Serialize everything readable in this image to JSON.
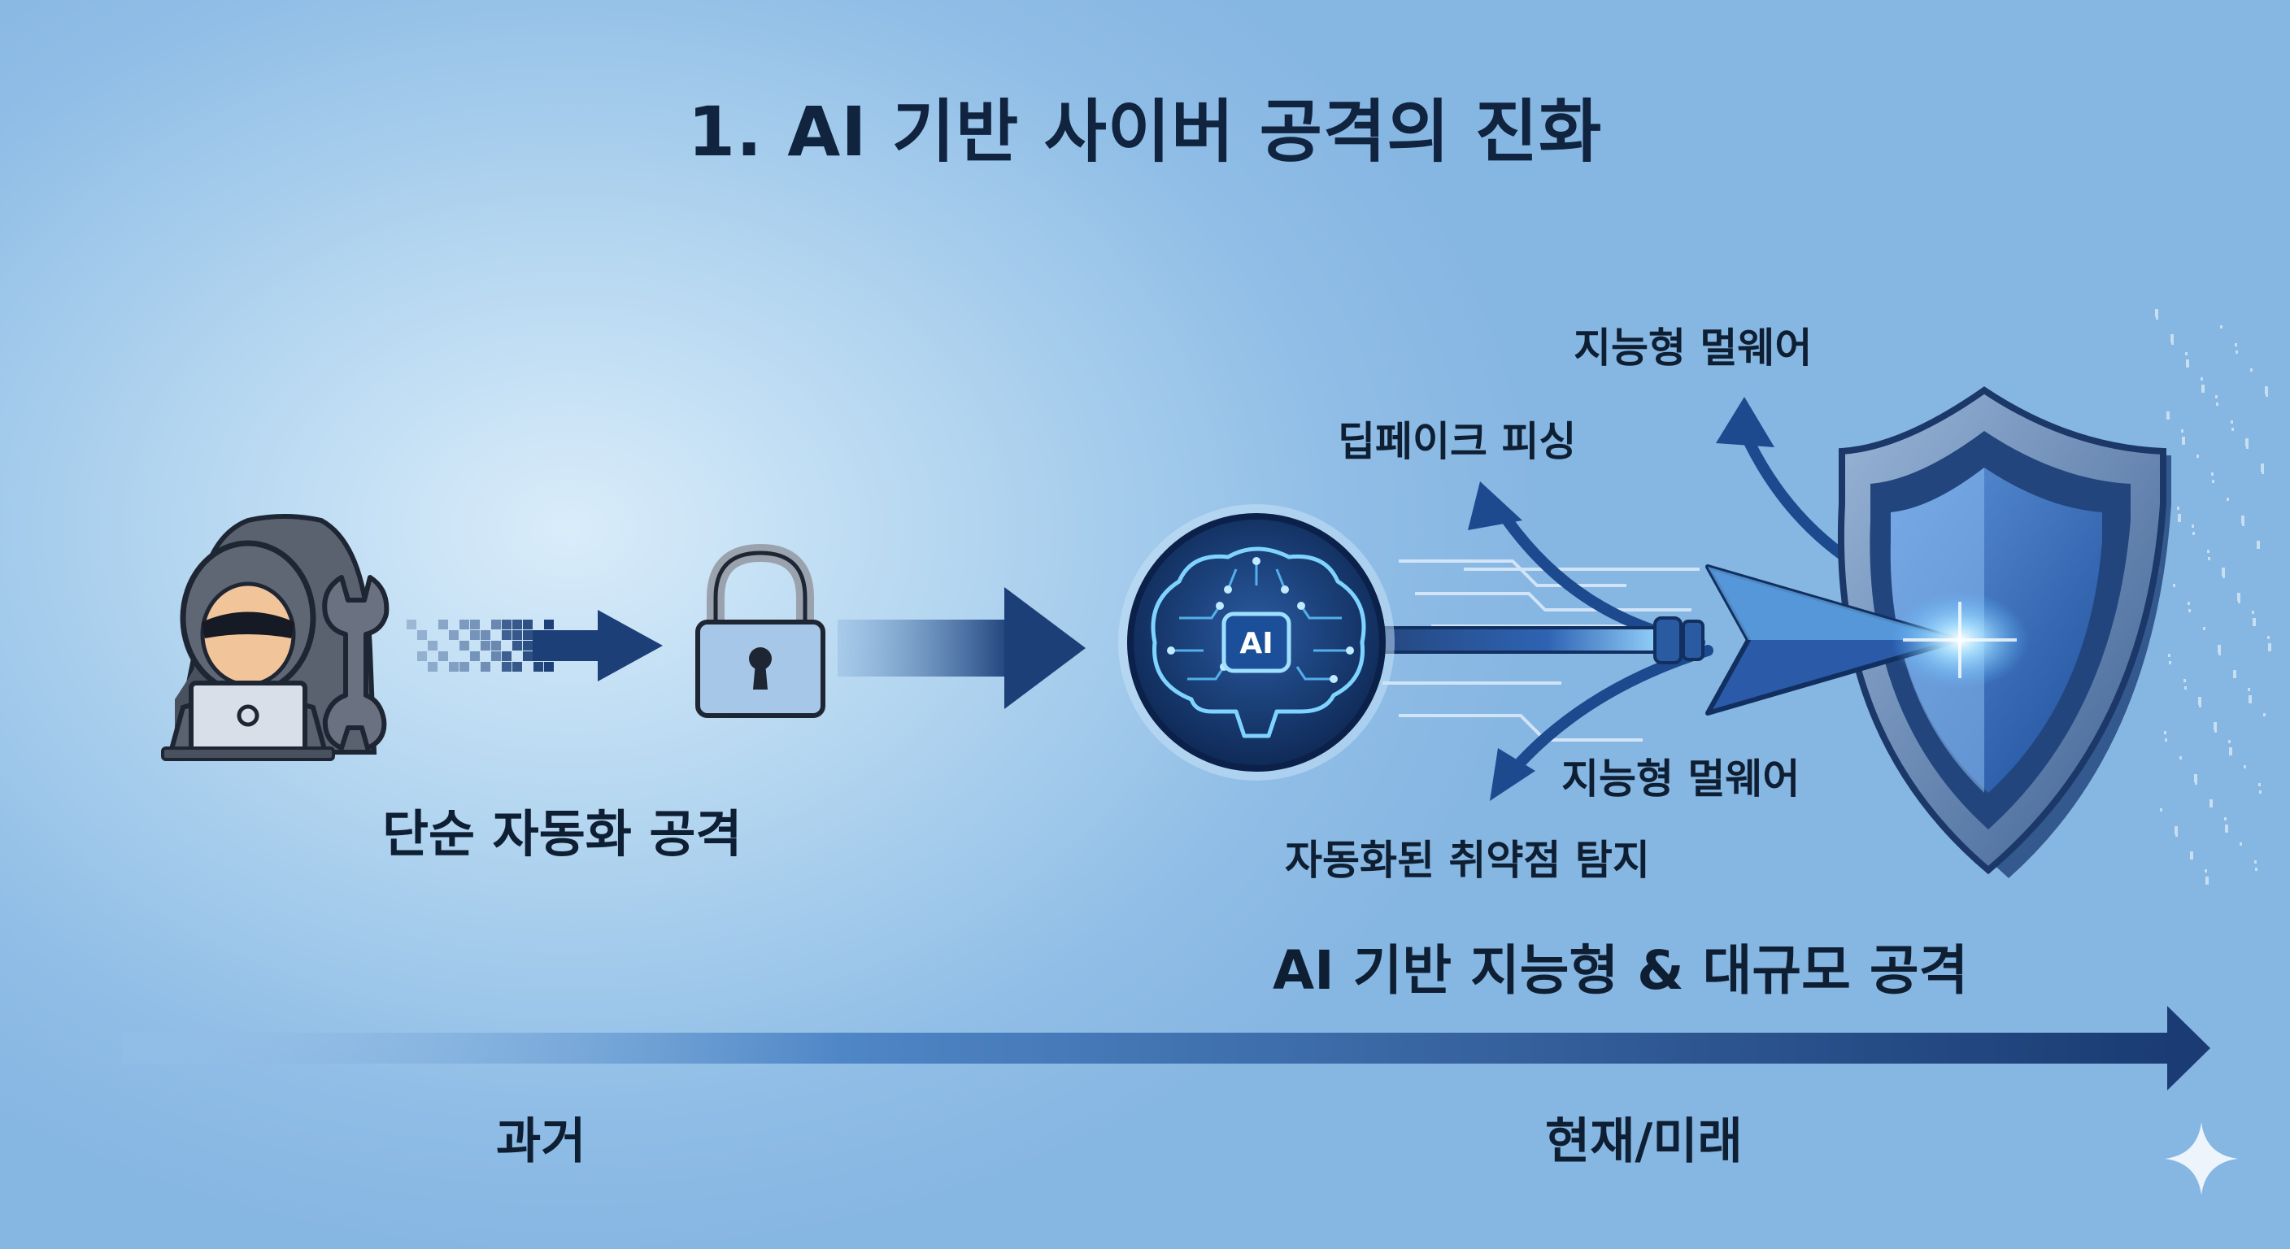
{
  "title": "1. AI 기반 사이버 공격의 진화",
  "past_section": {
    "label": "단순 자동화 공격",
    "icons": [
      "hacker-icon",
      "wrench-icon",
      "padlock-icon"
    ]
  },
  "present_section": {
    "label": "AI 기반 지능형 & 대규모 공격",
    "ai_badge": "AI",
    "branches": [
      "지능형 멀웨어",
      "딥페이크 피싱",
      "지능형 멀웨어",
      "자동화된 취약점 탐지"
    ],
    "icons": [
      "ai-brain-icon",
      "arrow-icon",
      "shield-icon"
    ]
  },
  "timeline": {
    "past": "과거",
    "present": "현재/미래"
  },
  "colors": {
    "navy": "#1b3f7a",
    "accent": "#2f6fd6",
    "text": "#0f1f33"
  }
}
